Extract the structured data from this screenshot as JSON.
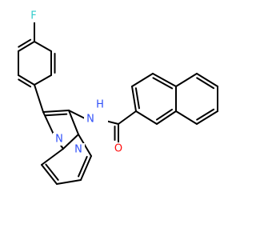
{
  "colors": {
    "bond": "#000000",
    "F": "#33cccc",
    "N": "#3050f8",
    "O": "#ff0d0d",
    "background": "#ffffff"
  },
  "labels": {
    "fluorine": "F",
    "amide_nh": "N",
    "amide_h": "H",
    "imidazole_n": "N",
    "bridgehead_n": "N",
    "carbonyl_o": "O"
  }
}
